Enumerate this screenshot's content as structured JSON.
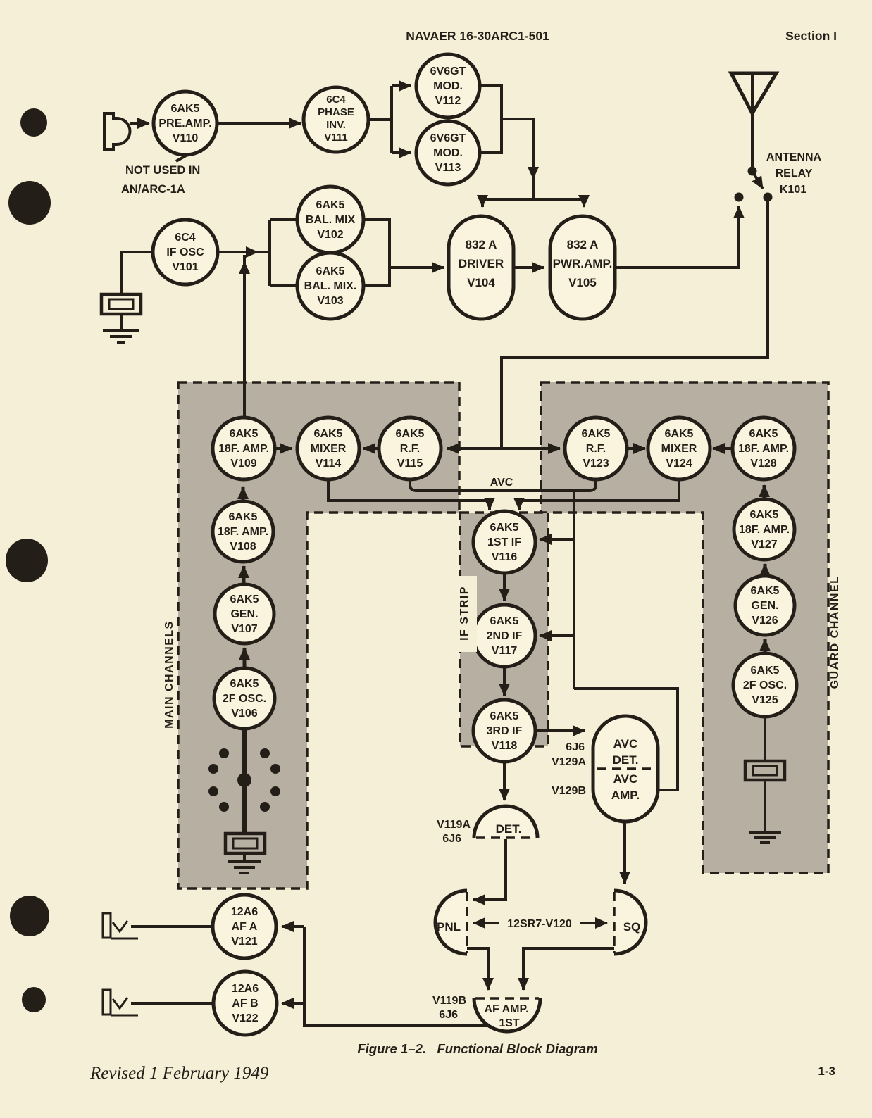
{
  "page": {
    "header_left": "NAVAER 16-30ARC1-501",
    "header_right": "Section I",
    "caption": "Figure 1–2.   Functional Block Diagram",
    "footer_left": "Revised 1 February 1949",
    "footer_right": "1-3"
  },
  "regions": {
    "main_channels": "MAIN CHANNELS",
    "guard_channel": "GUARD CHANNEL",
    "if_strip": "IF STRIP"
  },
  "labels": {
    "not_used_1": "NOT USED IN",
    "not_used_2": "AN/ARC-1A",
    "antenna_1": "ANTENNA",
    "antenna_2": "RELAY",
    "antenna_3": "K101",
    "avc": "AVC",
    "sr7": "12SR7-V120",
    "v129_tube": "6J6",
    "v129a": "V129A",
    "v129b": "V129B",
    "v119a_1": "V119A",
    "v119a_2": "6J6",
    "v119b_1": "V119B",
    "v119b_2": "6J6"
  },
  "nodes": {
    "v110": {
      "lines": [
        "6AK5",
        "PRE.AMP.",
        "V110"
      ]
    },
    "v111": {
      "lines": [
        "6C4",
        "PHASE",
        "INV.",
        "V111"
      ]
    },
    "v112": {
      "lines": [
        "6V6GT",
        "MOD.",
        "V112"
      ]
    },
    "v113": {
      "lines": [
        "6V6GT",
        "MOD.",
        "V113"
      ]
    },
    "v101": {
      "lines": [
        "6C4",
        "IF OSC",
        "V101"
      ]
    },
    "v102": {
      "lines": [
        "6AK5",
        "BAL. MIX",
        "V102"
      ]
    },
    "v103": {
      "lines": [
        "6AK5",
        "BAL. MIX.",
        "V103"
      ]
    },
    "v104": {
      "lines": [
        "832 A",
        "DRIVER",
        "V104"
      ]
    },
    "v105": {
      "lines": [
        "832 A",
        "PWR.AMP.",
        "V105"
      ]
    },
    "v109": {
      "lines": [
        "6AK5",
        "18F. AMP.",
        "V109"
      ]
    },
    "v114": {
      "lines": [
        "6AK5",
        "MIXER",
        "V114"
      ]
    },
    "v115": {
      "lines": [
        "6AK5",
        "R.F.",
        "V115"
      ]
    },
    "v123": {
      "lines": [
        "6AK5",
        "R.F.",
        "V123"
      ]
    },
    "v124": {
      "lines": [
        "6AK5",
        "MIXER",
        "V124"
      ]
    },
    "v128": {
      "lines": [
        "6AK5",
        "18F. AMP.",
        "V128"
      ]
    },
    "v108": {
      "lines": [
        "6AK5",
        "18F. AMP.",
        "V108"
      ]
    },
    "v107": {
      "lines": [
        "6AK5",
        "GEN.",
        "V107"
      ]
    },
    "v106": {
      "lines": [
        "6AK5",
        "2F OSC.",
        "V106"
      ]
    },
    "v127": {
      "lines": [
        "6AK5",
        "18F. AMP.",
        "V127"
      ]
    },
    "v126": {
      "lines": [
        "6AK5",
        "GEN.",
        "V126"
      ]
    },
    "v125": {
      "lines": [
        "6AK5",
        "2F OSC.",
        "V125"
      ]
    },
    "v116": {
      "lines": [
        "6AK5",
        "1ST IF",
        "V116"
      ]
    },
    "v117": {
      "lines": [
        "6AK5",
        "2ND IF",
        "V117"
      ]
    },
    "v118": {
      "lines": [
        "6AK5",
        "3RD IF",
        "V118"
      ]
    },
    "v129": {
      "lines": [
        "AVC",
        "DET.",
        "AVC",
        "AMP."
      ]
    },
    "det": {
      "label": "DET."
    },
    "pnl": {
      "label": "PNL"
    },
    "sq": {
      "label": "SQ"
    },
    "afamp": {
      "lines": [
        "AF AMP.",
        "1ST"
      ]
    },
    "v121": {
      "lines": [
        "12A6",
        "AF A",
        "V121"
      ]
    },
    "v122": {
      "lines": [
        "12A6",
        "AF B",
        "V122"
      ]
    }
  },
  "colors": {
    "paper": "#f6efd7",
    "ink": "#231f18",
    "shade": "#b7b0a2"
  }
}
